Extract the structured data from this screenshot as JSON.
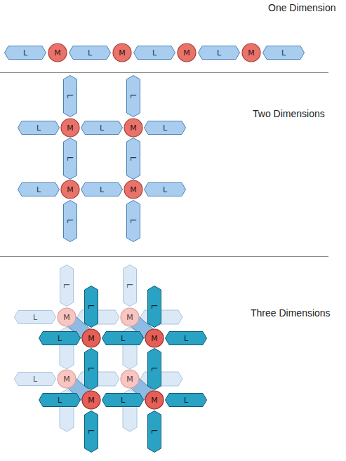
{
  "diagram": {
    "nodes": [
      {
        "text": [
          "L"
        ]
      },
      {
        "text": [
          "M"
        ]
      },
      {
        "text": [
          "L"
        ]
      },
      {
        "text": [
          "M"
        ]
      },
      {
        "text": [
          "L"
        ]
      },
      {
        "text": [
          "M"
        ]
      },
      {
        "text": [
          "L"
        ]
      },
      {
        "text": [
          "M"
        ]
      },
      {
        "text": [
          "L"
        ]
      },
      {
        "text": [
          "L"
        ]
      },
      {
        "text": [
          "L"
        ]
      },
      {
        "text": [
          "L"
        ]
      },
      {
        "text": [
          "M"
        ]
      },
      {
        "text": [
          "L"
        ]
      },
      {
        "text": [
          "M"
        ]
      },
      {
        "text": [
          "L"
        ]
      },
      {
        "text": [
          "L"
        ]
      },
      {
        "text": [
          "L"
        ]
      },
      {
        "text": [
          "L"
        ]
      },
      {
        "text": [
          "M"
        ]
      },
      {
        "text": [
          "L"
        ]
      },
      {
        "text": [
          "M"
        ]
      },
      {
        "text": [
          "L"
        ]
      },
      {
        "text": [
          "L"
        ]
      },
      {
        "text": [
          "L"
        ]
      },
      {
        "text": [
          "L"
        ]
      },
      {
        "text": [
          "L"
        ]
      },
      {
        "text": [
          "L"
        ]
      },
      {
        "text": [
          "M"
        ]
      },
      {
        "text": [
          "M"
        ]
      },
      {
        "text": [
          "L"
        ]
      },
      {
        "text": [
          "M"
        ]
      },
      {
        "text": [
          "M"
        ]
      },
      {
        "text": [
          "L"
        ]
      },
      {
        "text": [
          "L"
        ]
      },
      {
        "text": [
          "L"
        ]
      },
      {
        "text": [
          "M"
        ]
      },
      {
        "text": [
          "L"
        ]
      },
      {
        "text": [
          "M"
        ]
      },
      {
        "text": [
          "L"
        ]
      },
      {
        "text": [
          "L"
        ]
      },
      {
        "text": [
          "L"
        ]
      },
      {
        "text": [
          "L"
        ]
      },
      {
        "text": [
          "M"
        ]
      },
      {
        "text": [
          "L"
        ]
      },
      {
        "text": [
          "M"
        ]
      },
      {
        "text": [
          "L"
        ]
      },
      {
        "text": [
          "L"
        ]
      },
      {
        "text": [
          "L"
        ]
      }
    ],
    "labels": [
      "One Dimension",
      "Two Dimensions",
      "Three Dimensions"
    ]
  }
}
